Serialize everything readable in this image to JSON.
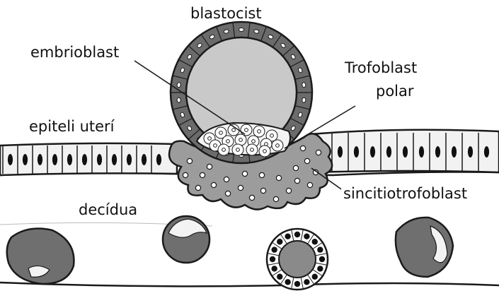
{
  "labels": {
    "blastocist": "blastocist",
    "embrioblast": "embrioblast",
    "trofoblast_line1": "Trofoblast",
    "trofoblast_line2": "polar",
    "epiteli": "epiteli uterí",
    "sinciti": "sincitiotrofoblast",
    "decidua": "decídua"
  },
  "colors": {
    "outline": "#1a1a1a",
    "wall": "#6b6b6b",
    "cavity": "#c9c9c9",
    "syncytium": "#9c9c9c",
    "epithelium": "#f2f2f2",
    "nucleus": "#111111",
    "decidua_cell": "#6f6f6f"
  }
}
